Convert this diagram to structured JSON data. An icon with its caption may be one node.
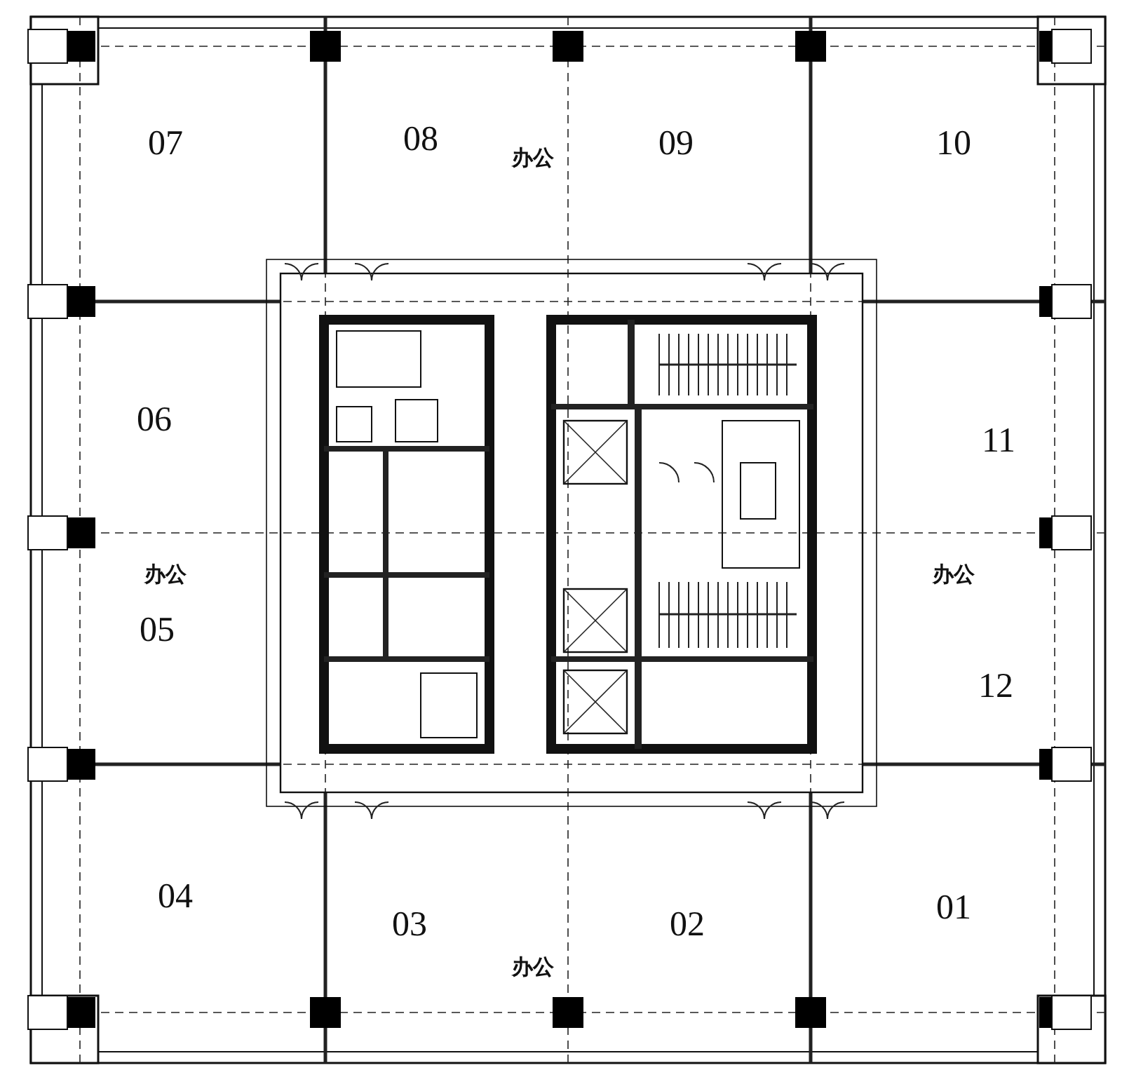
{
  "diagram": {
    "labels": [
      "07",
      "08",
      "办公",
      "09",
      "10",
      "06",
      "11",
      "办公",
      "办公",
      "05",
      "12",
      "04",
      "03",
      "02",
      "01",
      "办公"
    ]
  }
}
